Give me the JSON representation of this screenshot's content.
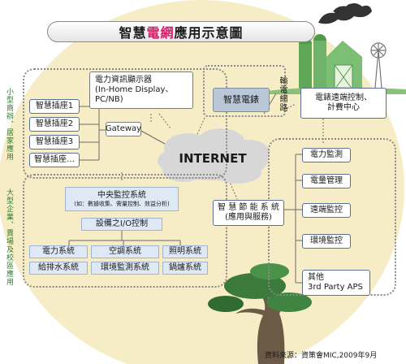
{
  "title": {
    "prefix": "智慧",
    "highlight": "電網",
    "suffix": "應用示意圖"
  },
  "side_labels": {
    "small": "小型商辦、居家應用",
    "large": "大型企業、賣場及校區應用"
  },
  "display_box": {
    "line1": "電力資訊顯示器",
    "line2": "(In-Home Display、",
    "line3": "PC/NB)"
  },
  "smart_meter": "智慧電錶",
  "transmission": "輸電網路",
  "meter_center": {
    "line1": "電錶遠端控制、",
    "line2": "計費中心"
  },
  "sockets": [
    "智慧插座1",
    "智慧插座2",
    "智慧插座3",
    "智慧插座…"
  ],
  "gateway": "Gateway",
  "internet": "INTERNET",
  "central": {
    "title": "中央監控系統",
    "subtitle": "(如：數據收集、需量控制、效益分析)"
  },
  "io_control": "設備之I/O控制",
  "systems": [
    "電力系統",
    "空調系統",
    "照明系統",
    "給排水系統",
    "環境監測系統",
    "鍋爐系統"
  ],
  "energy_system": {
    "line1": "智 慧 節 能 系 統",
    "line2": "(應用與服務)"
  },
  "services": [
    "電力監測",
    "電量管理",
    "遠端監控",
    "環境監控"
  ],
  "other_service": {
    "line1": "其他",
    "line2": "3rd Party APS"
  },
  "source": "資料來源：資策會MIC,2009年9月",
  "colors": {
    "highlight": "#d81b6b",
    "blob": "#f6edc6",
    "cloud": "#d7d7d7",
    "tree": "#3b7a3b",
    "barn": "#6fb26a"
  }
}
